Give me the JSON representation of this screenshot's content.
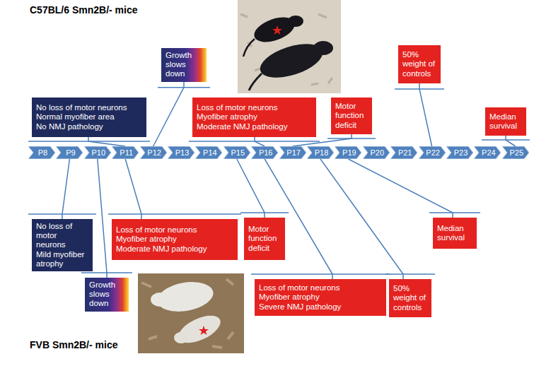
{
  "diagram": {
    "title": "C57BL/6 Smn2B/- mice",
    "nodes": [
      {
        "text": [
          "No loss of motor neurons",
          "Normal myofiber area",
          "No NMJ pathology"
        ]
      },
      {
        "text": [
          "Growth slows down"
        ]
      },
      {
        "text": [
          "Loss of motor neurons",
          "Myofiber atrophy",
          "Moderate NMJ pathology"
        ]
      },
      {
        "text": [
          "Motor function deficit"
        ]
      },
      {
        "text": [
          "50% weight of controls"
        ]
      },
      {
        "text": [
          "Median survival"
        ]
      },
      {
        "text": [
          "P8"
        ]
      },
      {
        "text": [
          "P9"
        ]
      },
      {
        "text": [
          "P10"
        ]
      },
      {
        "text": [
          "P11"
        ]
      },
      {
        "text": [
          "P12"
        ]
      },
      {
        "text": [
          "P13"
        ]
      },
      {
        "text": [
          "P14"
        ]
      },
      {
        "text": [
          "P15"
        ]
      },
      {
        "text": [
          "P16"
        ]
      },
      {
        "text": [
          "P17"
        ]
      },
      {
        "text": [
          "P18"
        ]
      },
      {
        "text": [
          "P19"
        ]
      },
      {
        "text": [
          "P20"
        ]
      },
      {
        "text": [
          "P21"
        ]
      },
      {
        "text": [
          "P22"
        ]
      },
      {
        "text": [
          "P23"
        ]
      },
      {
        "text": [
          "P24"
        ]
      },
      {
        "text": [
          "P25"
        ]
      },
      {
        "text": [
          "No loss of motor neurons",
          "Mild myofiber atrophy"
        ]
      },
      {
        "text": [
          "Growth slows down"
        ]
      },
      {
        "text": [
          "Loss of motor neurons",
          "Myofiber atrophy",
          "Moderate NMJ pathology"
        ]
      },
      {
        "text": [
          "Motor function deficit"
        ]
      },
      {
        "text": [
          "Loss of motor neurons",
          "Myofiber atrophy",
          "Severe NMJ pathology"
        ]
      },
      {
        "text": [
          "50% weight of controls"
        ]
      },
      {
        "text": [
          "Median survival"
        ]
      }
    ],
    "edges": [
      {
        "from": 0,
        "to": 9,
        "arrow": "none"
      },
      {
        "from": 1,
        "to": 10,
        "arrow": "none"
      },
      {
        "from": 2,
        "to": 14,
        "arrow": "none"
      },
      {
        "from": 3,
        "to": 15,
        "arrow": "none"
      },
      {
        "from": 4,
        "to": 20,
        "arrow": "none"
      },
      {
        "from": 5,
        "to": 23,
        "arrow": "none"
      },
      {
        "from": 24,
        "to": 7,
        "arrow": "none"
      },
      {
        "from": 25,
        "to": 8,
        "arrow": "none"
      },
      {
        "from": 26,
        "to": 9,
        "arrow": "none"
      },
      {
        "from": 27,
        "to": 13,
        "arrow": "none"
      },
      {
        "from": 28,
        "to": 14,
        "arrow": "none"
      },
      {
        "from": 29,
        "to": 16,
        "arrow": "none"
      },
      {
        "from": 30,
        "to": 17,
        "arrow": "none"
      }
    ],
    "labels": [
      "FVB Smn2B/- mice"
    ]
  }
}
